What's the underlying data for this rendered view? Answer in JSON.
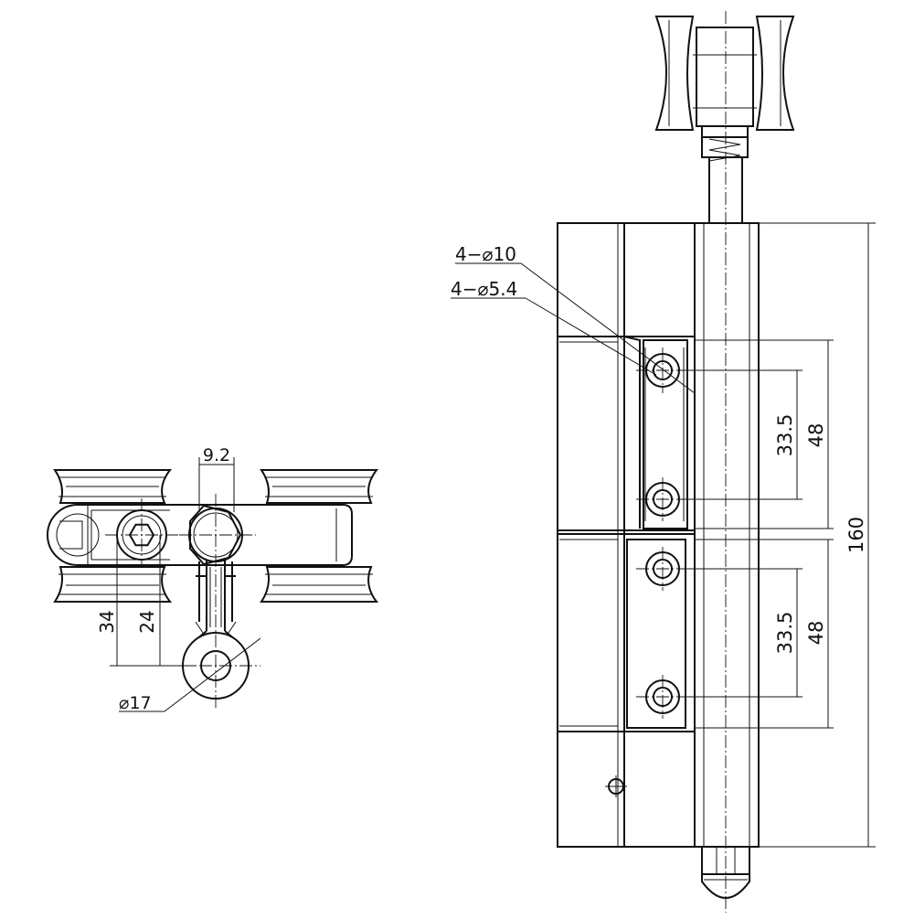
{
  "drawing": {
    "side_view": {
      "dim_bore_label": "9.2",
      "dim_34_label": "34",
      "dim_24_label": "24",
      "dim_eye_diameter_label": "⌀17"
    },
    "front_view": {
      "dim_large_holes_label": "4−⌀10",
      "dim_small_holes_label": "4−⌀5.4",
      "dim_upper_spacing_label": "33.5",
      "dim_upper_pitch_label": "48",
      "dim_lower_spacing_label": "33.5",
      "dim_lower_pitch_label": "48",
      "dim_total_height_label": "160"
    }
  }
}
